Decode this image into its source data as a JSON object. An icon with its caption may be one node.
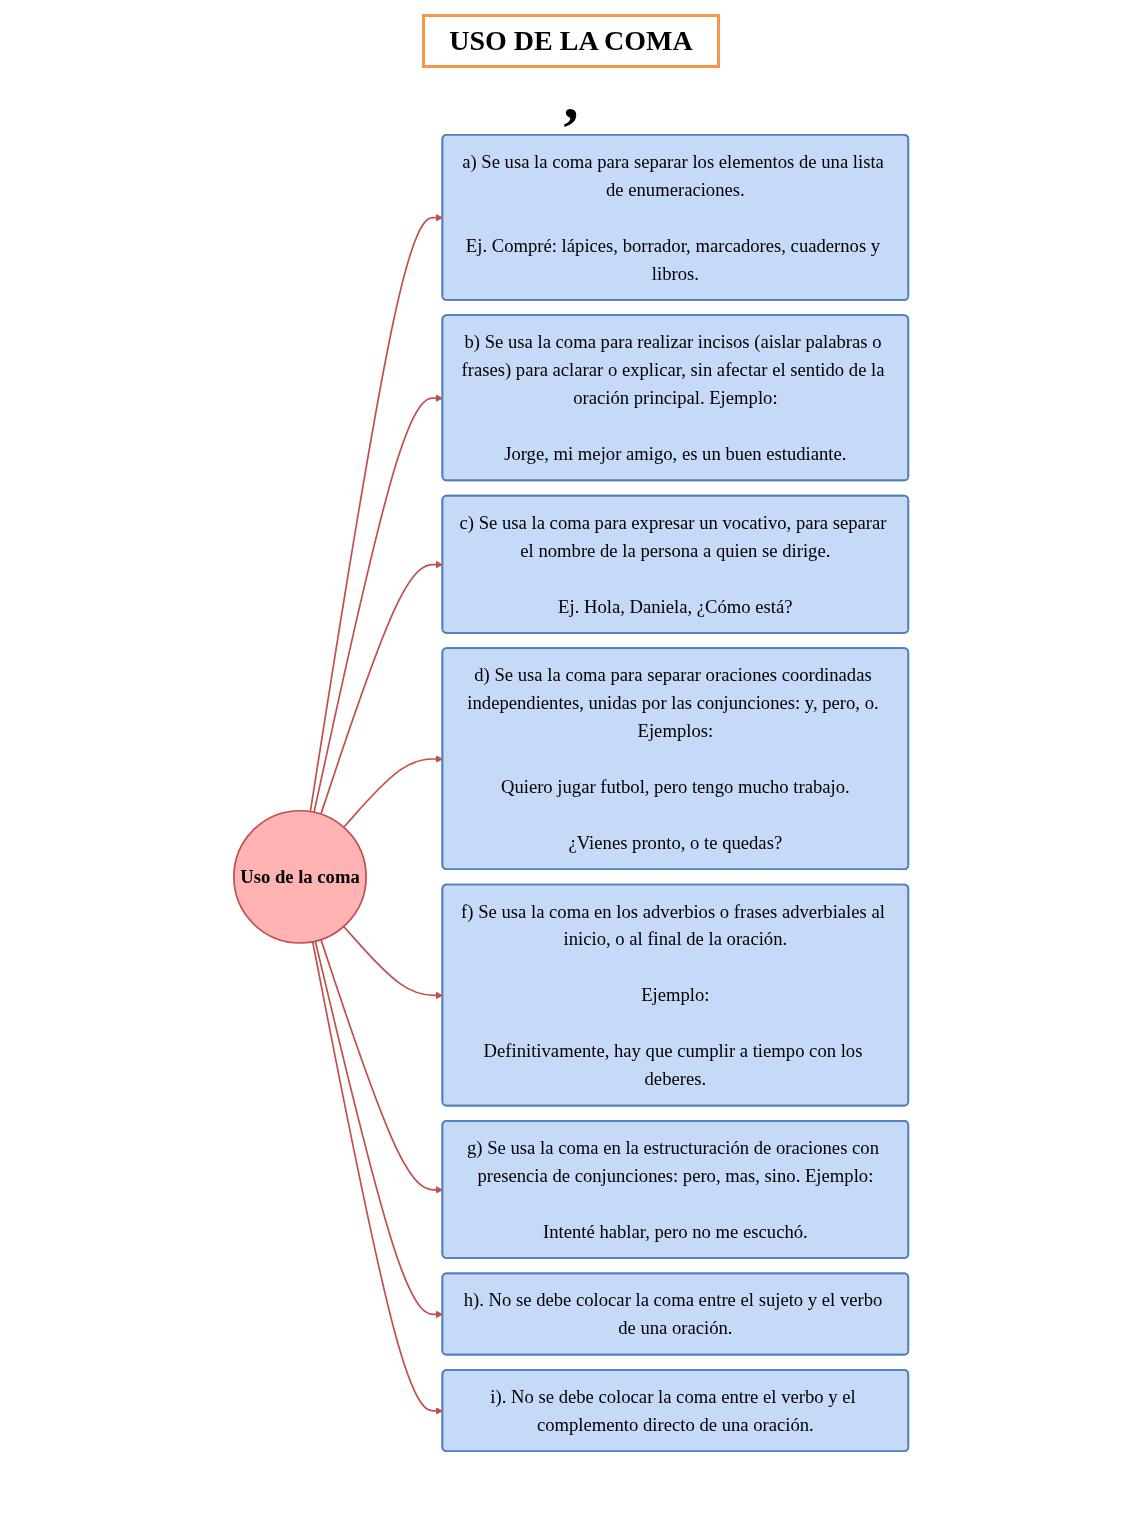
{
  "diagram": {
    "title": "USO DE LA COMA",
    "nodes": [
      {
        "text": [
          "Uso de la coma"
        ]
      },
      {
        "text": [
          "a) Se usa la coma para separar los elementos de una lista de enumeraciones.",
          "Ej. Compré: lápices, borrador, marcadores, cuadernos y libros."
        ]
      },
      {
        "text": [
          "b) Se usa la coma para realizar incisos (aislar palabras o frases) para aclarar o explicar, sin afectar el sentido de la oración principal. Ejemplo:",
          "Jorge, mi mejor amigo, es un buen estudiante."
        ]
      },
      {
        "text": [
          "c) Se usa la coma para expresar un vocativo, para separar el nombre de la persona a quien se dirige.",
          "Ej. Hola, Daniela, ¿Cómo está?"
        ]
      },
      {
        "text": [
          "d) Se usa la coma para separar oraciones coordinadas independientes, unidas por las conjunciones: y, pero, o. Ejemplos:",
          "Quiero jugar futbol, pero tengo mucho trabajo.",
          "¿Vienes pronto, o te quedas?"
        ]
      },
      {
        "text": [
          "f) Se usa la coma en los adverbios o frases adverbiales al inicio, o al final de la oración.",
          "Ejemplo:",
          "Definitivamente, hay que cumplir a tiempo con los deberes."
        ]
      },
      {
        "text": [
          "g) Se usa la coma en la estructuración de oraciones con presencia de conjunciones: pero, mas, sino. Ejemplo:",
          "Intenté hablar, pero no me escuchó."
        ]
      },
      {
        "text": [
          "h). No se debe colocar la coma entre el sujeto y el verbo de una oración."
        ]
      },
      {
        "text": [
          "i). No se debe colocar la coma entre el verbo y el complemento directo de una oración."
        ]
      }
    ],
    "edges": [
      {
        "from": 0,
        "to": 1,
        "arrow": "to"
      },
      {
        "from": 0,
        "to": 2,
        "arrow": "to"
      },
      {
        "from": 0,
        "to": 3,
        "arrow": "to"
      },
      {
        "from": 0,
        "to": 4,
        "arrow": "to"
      },
      {
        "from": 0,
        "to": 5,
        "arrow": "to"
      },
      {
        "from": 0,
        "to": 6,
        "arrow": "to"
      },
      {
        "from": 0,
        "to": 7,
        "arrow": "to"
      },
      {
        "from": 0,
        "to": 8,
        "arrow": "to"
      }
    ],
    "labels": [
      ","
    ]
  }
}
